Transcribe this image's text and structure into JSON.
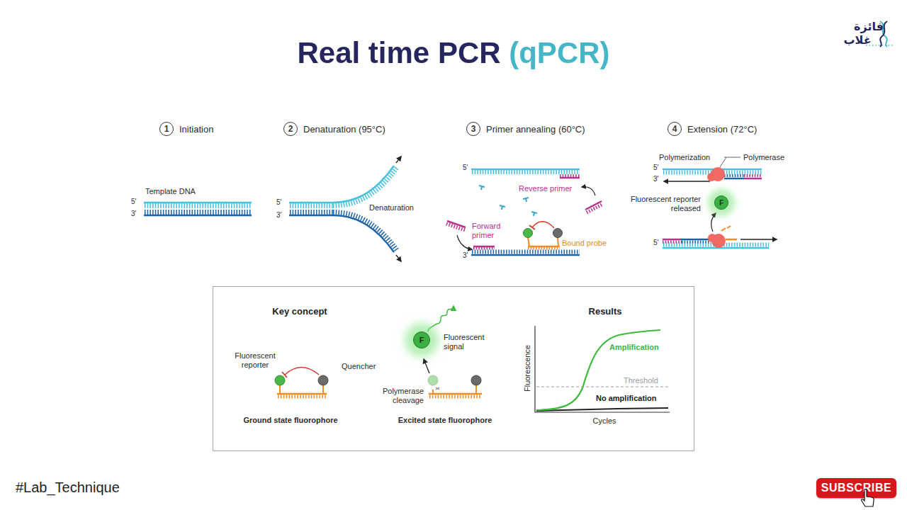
{
  "diagram": {
    "title": "Real time PCR (qPCR)",
    "nodes": [
      {
        "text": [
          "1",
          "Initiation"
        ]
      },
      {
        "text": [
          "2",
          "Denaturation (95°C)"
        ]
      },
      {
        "text": [
          "3",
          "Primer annealing (60°C)"
        ]
      },
      {
        "text": [
          "4",
          "Extension (72°C)"
        ]
      },
      {
        "text": [
          "F"
        ]
      },
      {
        "text": [
          "Key concept",
          "Results"
        ]
      },
      {
        "text": [
          "F"
        ],
        "in": 5
      },
      {
        "text": [
          "SUBSCRIBE"
        ]
      }
    ],
    "labels": [
      "Template DNA",
      "5'",
      "3'",
      "5'",
      "3'",
      "Denaturation",
      "5'",
      "Reverse primer",
      "Forward primer",
      "Bound probe",
      "3'",
      "Polymerization",
      "Polymerase",
      "5'",
      "3'",
      "Fluorescent reporter released",
      "5'",
      "Fluorescent reporter",
      "Quencher",
      "Ground state fluorophore",
      "Fluorescent signal",
      "Polymerase cleavage",
      "Excited state fluorophore",
      "Fluorescence",
      "Amplification",
      "Threshold",
      "No amplification",
      "Cycles",
      "#Lab_Technique",
      "فائزة",
      "غلاب"
    ]
  }
}
